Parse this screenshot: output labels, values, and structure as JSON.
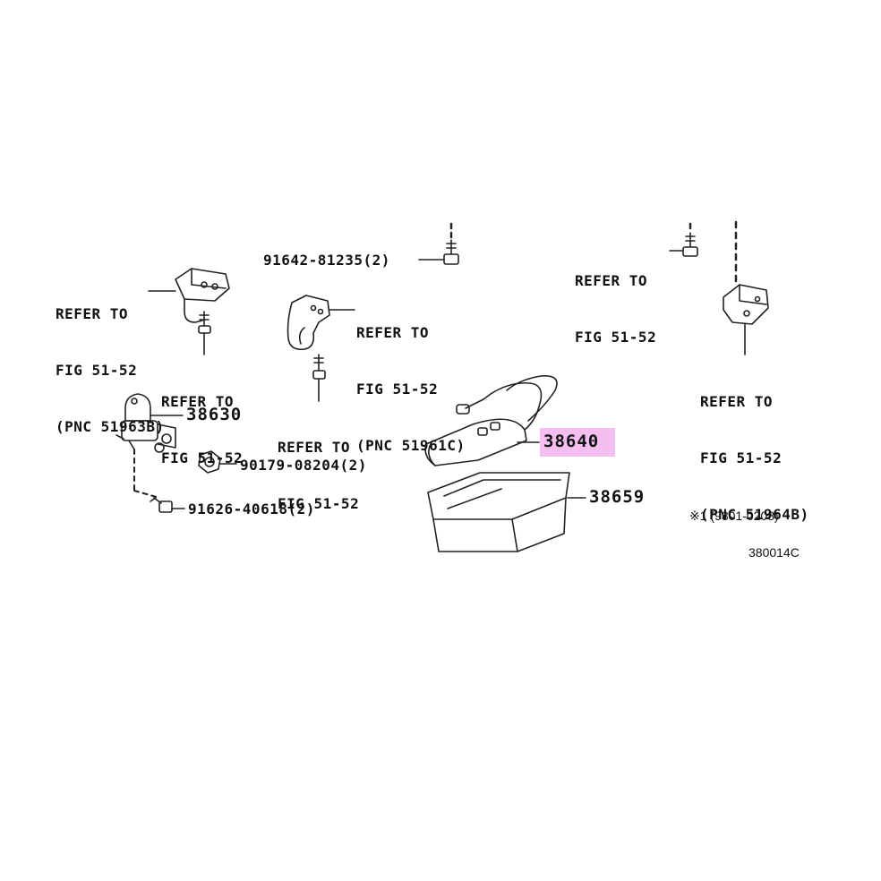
{
  "diagram": {
    "highlight_color": "#f4bff0",
    "line_color": "#222222",
    "refer_labels": [
      {
        "id": "ref-left-bracket",
        "lines": [
          "REFER TO",
          "FIG 51-52",
          "(PNC 51963B)"
        ]
      },
      {
        "id": "ref-left-bolt",
        "lines": [
          "REFER TO",
          "FIG 51-52"
        ]
      },
      {
        "id": "ref-hook-upper",
        "lines": [
          "REFER TO",
          "FIG 51-52",
          "(PNC 51961C)"
        ]
      },
      {
        "id": "ref-hook-bolt",
        "lines": [
          "REFER TO",
          "FIG 51-52"
        ]
      },
      {
        "id": "ref-right-bolt",
        "lines": [
          "REFER TO",
          "FIG 51-52"
        ]
      },
      {
        "id": "ref-right-bracket",
        "lines": [
          "REFER TO",
          "FIG 51-52",
          "(PNC 51964B)"
        ]
      }
    ],
    "part_numbers": {
      "bolt_top": "91642-81235(2)",
      "winch_motor": "38630",
      "nut": "90179-08204(2)",
      "bolt_bottom": "91626-40618(2)",
      "remote_switch": "38640",
      "case": "38659"
    },
    "note": "※1 (9801-0208)",
    "figure_code": "380014C"
  }
}
